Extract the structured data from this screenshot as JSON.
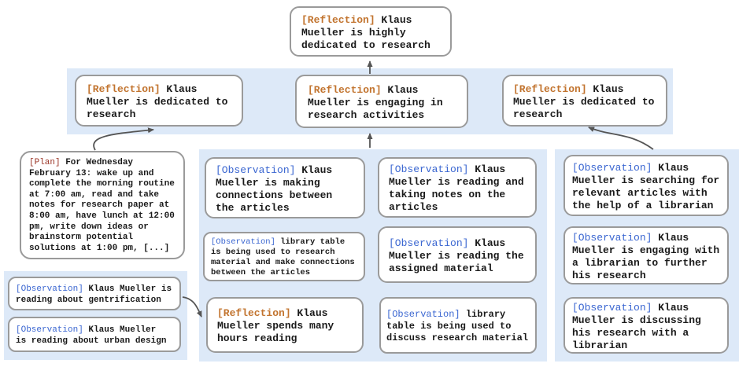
{
  "colors": {
    "reflection_tag": "#c2742f",
    "observation_tag": "#3a66d1",
    "plan_tag": "#9a3324",
    "panel_background": "#dde9f8",
    "box_border": "#9a9a9a",
    "box_background": "#ffffff",
    "text": "#1a1a1a",
    "arrow": "#555555"
  },
  "nodes": {
    "top_reflection": {
      "tag": "[Reflection]",
      "body": " Klaus\nMueller is highly\ndedicated to research"
    },
    "reflection_left": {
      "tag": "[Reflection]",
      "body": " Klaus\nMueller is dedicated to\nresearch"
    },
    "reflection_middle": {
      "tag": "[Reflection]",
      "body": " Klaus\nMueller is engaging in\nresearch activities"
    },
    "reflection_right": {
      "tag": "[Reflection]",
      "body": " Klaus\nMueller is dedicated to\nresearch"
    },
    "plan": {
      "tag": "[Plan]",
      "body": " For Wednesday\nFebruary 13: wake up and\ncomplete the morning routine\nat 7:00 am, read and take\nnotes for research paper at\n8:00 am, have lunch at 12:00\npm, write down ideas or\nbrainstorm potential\nsolutions at 1:00 pm, [...]"
    },
    "obs_gentrification": {
      "tag": "[Observation]",
      "body": " Klaus Mueller is\nreading about gentrification"
    },
    "obs_urban_design": {
      "tag": "[Observation]",
      "body": " Klaus Mueller\nis reading about urban design"
    },
    "obs_making_connections": {
      "tag": "[Observation]",
      "body": " Klaus\nMueller is making\nconnections between\nthe articles"
    },
    "obs_library_research": {
      "tag": "[Observation]",
      "body": " library table\nis being used to research\nmaterial and make connections\nbetween the articles"
    },
    "reflection_hours_reading": {
      "tag": "[Reflection]",
      "body": " Klaus\nMueller spends many\nhours reading"
    },
    "obs_taking_notes": {
      "tag": "[Observation]",
      "body": " Klaus\nMueller is reading and\ntaking notes on the\narticles"
    },
    "obs_assigned_material": {
      "tag": "[Observation]",
      "body": " Klaus\nMueller is reading the\nassigned material"
    },
    "obs_library_discuss": {
      "tag": "[Observation]",
      "body": " library\ntable is being used to\ndiscuss research material"
    },
    "obs_searching_articles": {
      "tag": "[Observation]",
      "body": " Klaus\nMueller is searching for\nrelevant articles with\nthe help of a librarian"
    },
    "obs_engaging_librarian": {
      "tag": "[Observation]",
      "body": " Klaus\nMueller is engaging with\na librarian to further\nhis research"
    },
    "obs_discussing_research": {
      "tag": "[Observation]",
      "body": " Klaus\nMueller is discussing\nhis research with a\nlibrarian"
    }
  }
}
